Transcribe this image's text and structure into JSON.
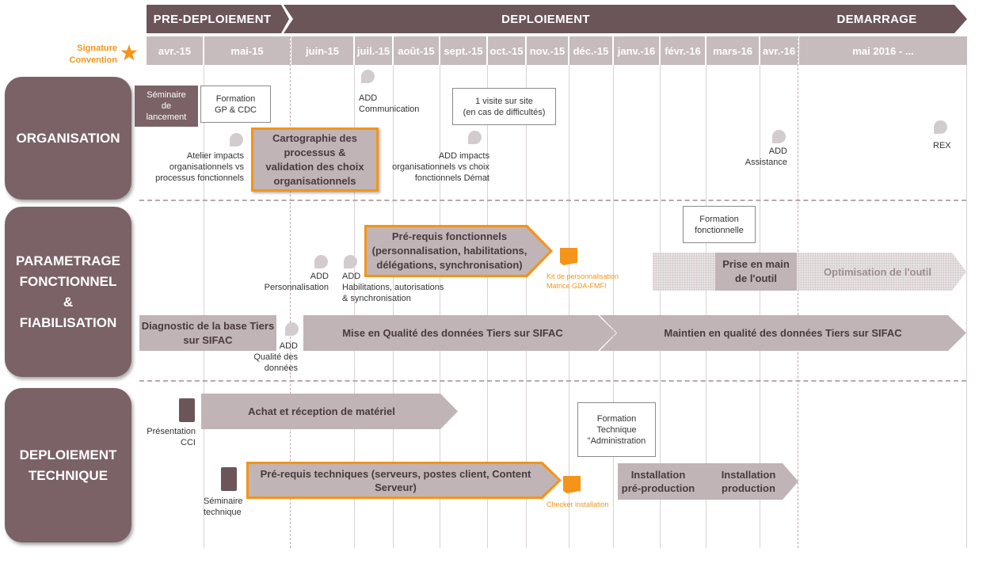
{
  "phases": {
    "pre": "PRE-DEPLOIEMENT",
    "deploy": "DEPLOIEMENT",
    "start": "DEMARRAGE"
  },
  "signature": "Signature\nConvention",
  "months": [
    "avr.-15",
    "mai-15",
    "juin-15",
    "juil.-15",
    "août-15",
    "sept.-15",
    "oct.-15",
    "nov.-15",
    "déc.-15",
    "janv.-16",
    "févr.-16",
    "mars-16",
    "avr.-16",
    "mai 2016  - ..."
  ],
  "sections": {
    "org": "ORGANISATION",
    "param": "PARAMETRAGE\nFONCTIONNEL\n&\nFIABILISATION",
    "tech": "DEPLOIEMENT\nTECHNIQUE"
  },
  "org": {
    "seminaire": "Séminaire\nde\nlancement",
    "formation_gp": "Formation\nGP & CDC",
    "atelier": "Atelier impacts\norganisationnels vs\nprocessus fonctionnels",
    "cartographie": "Cartographie des\nprocessus &\nvalidation des choix\norganisationnels",
    "add_comm": "ADD\nCommunication",
    "visite": "1 visite sur site\n(en cas de difficultés)",
    "add_impacts": "ADD impacts\norganisationnels vs choix\nfonctionnels Démat",
    "add_assistance": "ADD\nAssistance",
    "rex": "REX"
  },
  "param": {
    "prerequis": "Pré-requis fonctionnels\n(personnalisation, habilitations,\ndélégations, synchronisation)",
    "kit": "Kit de personnalisation\nMatrice GDA-FMFI",
    "add_perso": "ADD\nPersonnalisation",
    "add_habil": "ADD\nHabilitations, autorisations\n& synchronisation",
    "formation_fonc": "Formation\nfonctionnelle",
    "prise_en_main": "Prise en main\nde l'outil",
    "optimisation": "Optimisation de l'outil",
    "diagnostic": "Diagnostic de la base Tiers\nsur SIFAC",
    "add_qualite": "ADD\nQualité des\ndonnées",
    "mise_qualite": "Mise en Qualité des données Tiers sur SIFAC",
    "maintien": "Maintien en qualité des données Tiers sur SIFAC"
  },
  "tech": {
    "presentation": "Présentation\nCCI",
    "achat": "Achat et réception de matériel",
    "seminaire_tech": "Séminaire\ntechnique",
    "prerequis_tech": "Pré-requis techniques (serveurs, postes client, Content\nServeur)",
    "checker": "Checker installation",
    "formation_tech": "Formation\nTechnique\n\"Administration",
    "install_preprod": "Installation\npré-production",
    "install_prod": "Installation\nproduction"
  },
  "colors": {
    "dark": "#6b5559",
    "section": "#7a6266",
    "bar": "#c0b4b6",
    "month": "#c6bbbd",
    "orange": "#f49418"
  }
}
